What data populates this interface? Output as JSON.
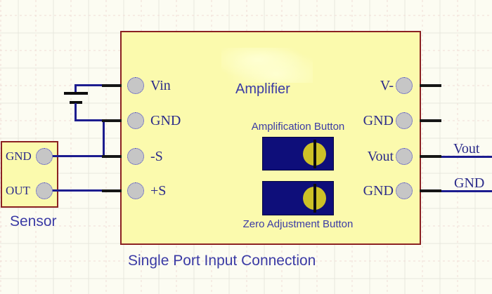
{
  "figure": {
    "caption": "Single Port Input Connection"
  },
  "amplifier": {
    "name": "Amplifier",
    "left_pins": [
      {
        "label": "Vin"
      },
      {
        "label": "GND"
      },
      {
        "label": "-S"
      },
      {
        "label": "+S"
      }
    ],
    "right_pins": [
      {
        "label": "V-"
      },
      {
        "label": "GND"
      },
      {
        "label": "Vout"
      },
      {
        "label": "GND"
      }
    ],
    "potentiometers": [
      {
        "label": "Amplification Button"
      },
      {
        "label": "Zero Adjustment Button"
      }
    ]
  },
  "sensor": {
    "name": "Sensor",
    "pins": [
      {
        "label": "GND"
      },
      {
        "label": "OUT"
      }
    ]
  },
  "nets": [
    {
      "label": "Vout"
    },
    {
      "label": "GND"
    }
  ],
  "colors": {
    "background": "#fcfcf2",
    "component_fill": "#fbfaad",
    "component_border": "#8b2121",
    "wire_blue": "#1c1c8f",
    "stub_black": "#161616",
    "pin_fill": "#c6c6c6",
    "pin_border": "#3c3cc0",
    "serif_text_navy": "#2b2b8a",
    "sans_text_blue": "#3b3ba5",
    "button_fill": "#0e0e7a",
    "knob_fill": "#cdc127"
  }
}
